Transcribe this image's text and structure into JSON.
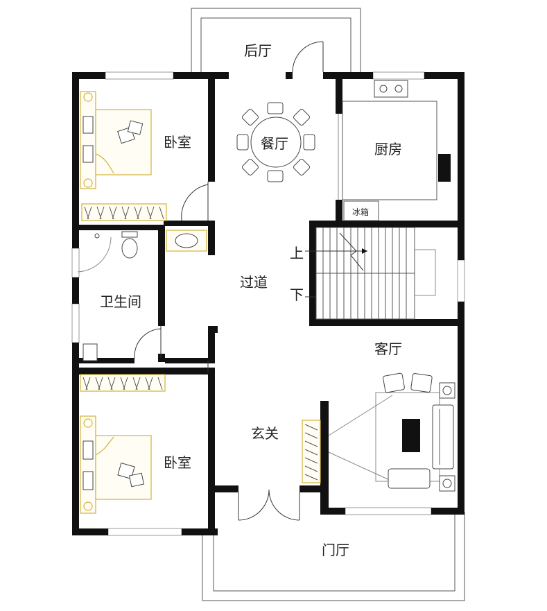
{
  "rooms": {
    "back_hall": "后厅",
    "bedroom_top": "卧室",
    "dining": "餐厅",
    "kitchen": "厨房",
    "fridge": "冰箱",
    "stair_up": "上",
    "stair_down": "下",
    "corridor": "过道",
    "bathroom": "卫生间",
    "living": "客厅",
    "entry": "玄关",
    "bedroom_bottom": "卧室",
    "front_porch": "门厅"
  },
  "colors": {
    "wall": "#111111",
    "furniture_accent": "#d2b23a",
    "line": "#555555"
  }
}
